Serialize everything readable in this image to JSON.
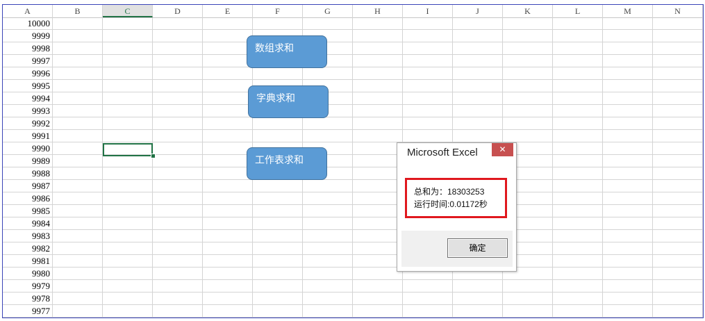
{
  "columns": [
    "A",
    "B",
    "C",
    "D",
    "E",
    "F",
    "G",
    "H",
    "I",
    "J",
    "K",
    "L",
    "M",
    "N"
  ],
  "selected_column": "C",
  "column_a_values": [
    "10000",
    "9999",
    "9998",
    "9997",
    "9996",
    "9995",
    "9994",
    "9993",
    "9992",
    "9991",
    "9990",
    "9989",
    "9988",
    "9987",
    "9986",
    "9985",
    "9984",
    "9983",
    "9982",
    "9981",
    "9980",
    "9979",
    "9978",
    "9977"
  ],
  "shape_buttons": {
    "array_sum": "数组求和",
    "dict_sum": "字典求和",
    "sheet_sum": "工作表求和"
  },
  "dialog": {
    "title": "Microsoft Excel",
    "close_symbol": "✕",
    "line1": "总和为：18303253",
    "line2": "运行时间:0.01172秒",
    "ok_label": "确定"
  },
  "colors": {
    "selection_green": "#217346",
    "shape_blue": "#5b9bd5",
    "highlight_red": "#e0181e",
    "close_red": "#c75050"
  }
}
